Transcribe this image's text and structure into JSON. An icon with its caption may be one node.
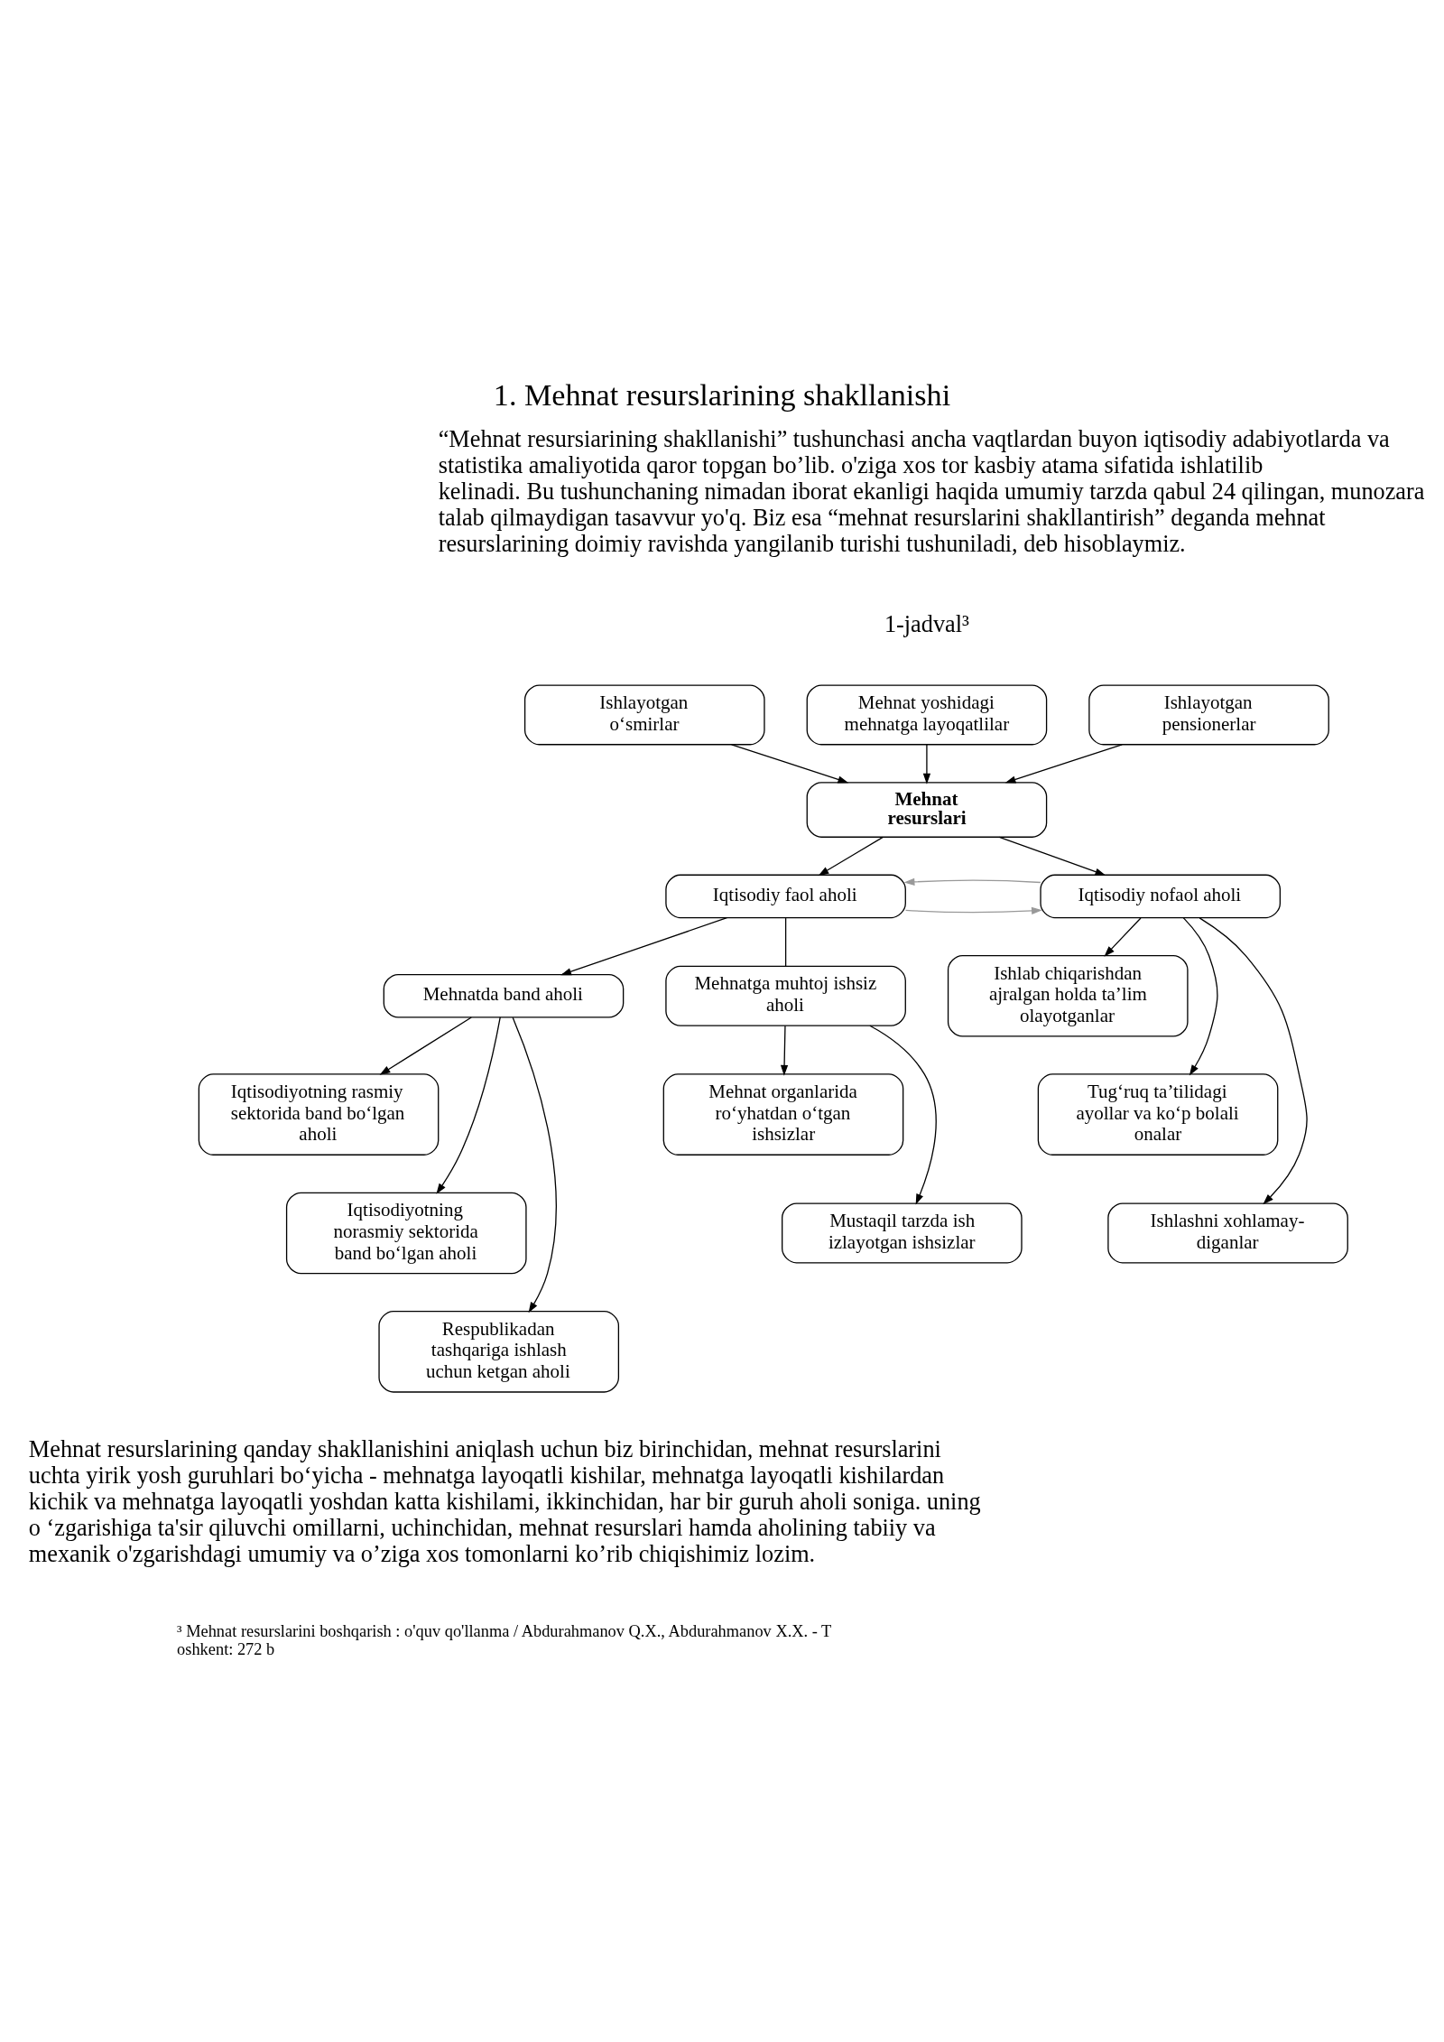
{
  "diagram": {
    "title": "1. Mehnat resurslarining shakllanishi",
    "nodes": [
      {
        "text": [
          "Ishlayotgan o‘smirlar"
        ]
      },
      {
        "text": [
          "Mehnat yoshidagi mehnatga layoqatlilar"
        ]
      },
      {
        "text": [
          "Ishlayotgan pensionerlar"
        ]
      },
      {
        "text": [
          "Mehnat resurslari"
        ]
      },
      {
        "text": [
          "Iqtisodiy faol aholi"
        ]
      },
      {
        "text": [
          "Iqtisodiy nofaol aholi"
        ]
      },
      {
        "text": [
          "Mehnatda band aholi"
        ]
      },
      {
        "text": [
          "Mehnatga muhtoj ishsiz aholi"
        ]
      },
      {
        "text": [
          "Ishlab chiqarishdan ajralgan holda ta’lim olayotganlar"
        ]
      },
      {
        "text": [
          "Iqtisodiyotning rasmiy sektorida band bo‘lgan aholi"
        ]
      },
      {
        "text": [
          "Mehnat organlarida ro‘yhatdan o‘tgan ishsizlar"
        ]
      },
      {
        "text": [
          "Tug‘ruq ta’tilidagi ayollar va ko‘p bolali onalar"
        ]
      },
      {
        "text": [
          "Iqtisodiyotning norasmiy sektorida band bo‘lgan aholi"
        ]
      },
      {
        "text": [
          "Mustaqil tarzda ish izlayotgan ishsizlar"
        ]
      },
      {
        "text": [
          "Ishlashni xohlamay-diganlar"
        ]
      },
      {
        "text": [
          "Respublikadan tashqariga ishlash uchun ketgan aholi"
        ]
      }
    ],
    "edges": [
      {
        "from": 0,
        "to": 3,
        "arrow": "to"
      },
      {
        "from": 1,
        "to": 3,
        "arrow": "to"
      },
      {
        "from": 2,
        "to": 3,
        "arrow": "to"
      },
      {
        "from": 3,
        "to": 4,
        "arrow": "to"
      },
      {
        "from": 3,
        "to": 5,
        "arrow": "to"
      },
      {
        "from": 4,
        "to": 5,
        "arrow": "to",
        "color": "#999999"
      },
      {
        "from": 5,
        "to": 4,
        "arrow": "to",
        "color": "#999999"
      },
      {
        "from": 4,
        "to": 6,
        "arrow": "to"
      },
      {
        "from": 4,
        "to": 7,
        "arrow": "none"
      },
      {
        "from": 7,
        "to": 10,
        "arrow": "to"
      },
      {
        "from": 7,
        "to": 13,
        "arrow": "to"
      },
      {
        "from": 5,
        "to": 8,
        "arrow": "to"
      },
      {
        "from": 5,
        "to": 11,
        "arrow": "to"
      },
      {
        "from": 5,
        "to": 14,
        "arrow": "to"
      },
      {
        "from": 6,
        "to": 9,
        "arrow": "to"
      },
      {
        "from": 6,
        "to": 12,
        "arrow": "to"
      },
      {
        "from": 6,
        "to": 15,
        "arrow": "to"
      }
    ],
    "labels": [
      "“Mehnat resursiarining shakllanishi” tushunchasi ancha vaqtlardan buyon iqtisodiy adabiyotlarda va statistika amaliyotida qaror topgan bo’lib. o'ziga xos tor kasbiy atama sifatida ishlatilib kelinadi. Bu tushunchaning nimadan iborat ekanligi haqida umumiy tarzda qabul 24 qilingan, munozara talab qilmaydigan tasavvur yo'q. Biz esa “mehnat resurslarini shakllantirish” deganda mehnat resurslarining doimiy ravishda yangilanib turishi tushuniladi, deb hisoblaymiz.",
      "1-jadval³",
      "Mehnat resurslarining qanday shakllanishini aniqlash uchun biz birinchidan, mehnat resurslarini uchta yirik yosh guruhlari bo‘yicha - mehnatga layoqatli kishilar, mehnatga layoqatli kishilardan kichik va mehnatga layoqatli yoshdan katta kishilami, ikkinchidan, har bir guruh aholi soniga. uning o ‘zgarishiga ta'sir qiluvchi omillarni, uchinchidan, mehnat resurslari hamda aholining tabiiy va mexanik o'zgarishdagi umumiy va o’ziga xos tomonlarni ko’rib chiqishimiz lozim.",
      "³ Mehnat resurslarini boshqarish : o'quv qo'llanma / Abdurahmanov Q.X., Abdurahmanov X.X. - T oshkent: 272 b"
    ]
  }
}
